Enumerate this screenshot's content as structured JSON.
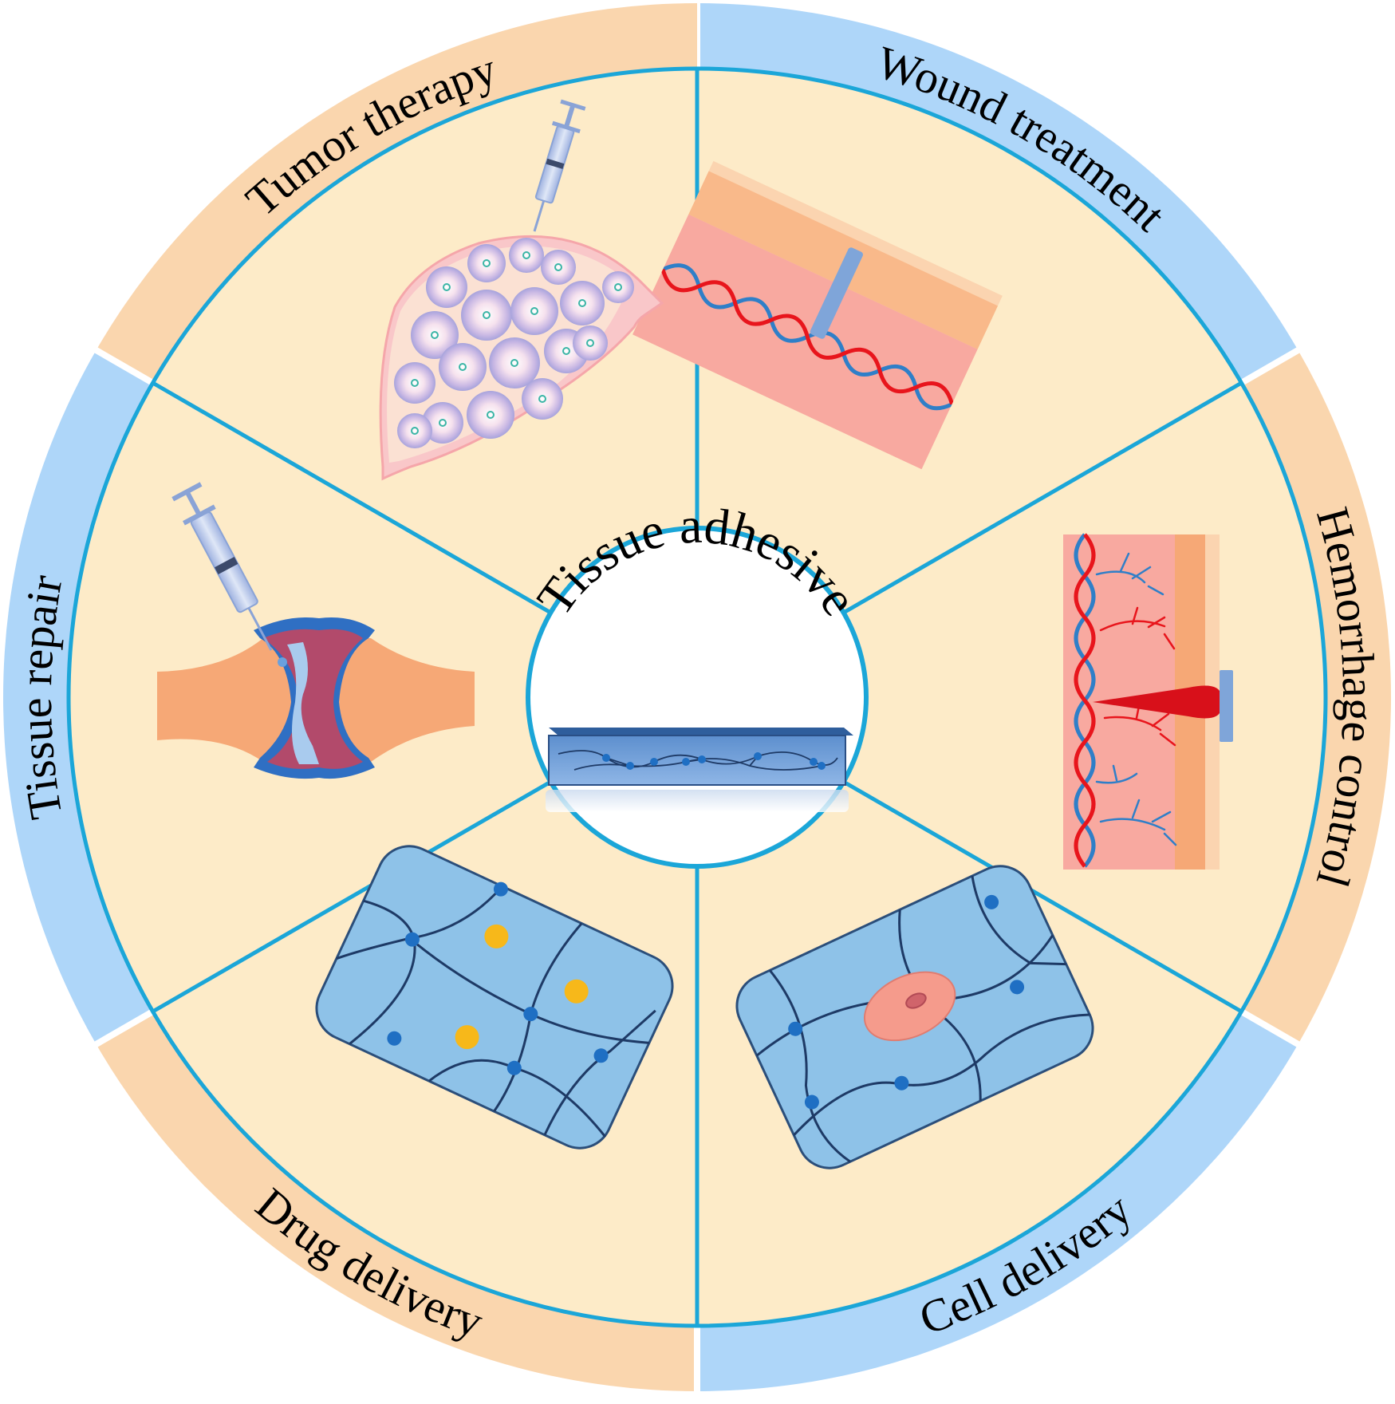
{
  "center": {
    "title": "Tissue adhesive"
  },
  "segments": [
    {
      "id": "wound-treatment",
      "label": "Wound treatment",
      "ring_color": "#aed6f9"
    },
    {
      "id": "hemorrhage-control",
      "label": "Hemorrhage control",
      "ring_color": "#fad6ae"
    },
    {
      "id": "cell-delivery",
      "label": "Cell delivery",
      "ring_color": "#aed6f9"
    },
    {
      "id": "drug-delivery",
      "label": "Drug delivery",
      "ring_color": "#fad6ae"
    },
    {
      "id": "tissue-repair",
      "label": "Tissue repair",
      "ring_color": "#aed6f9"
    },
    {
      "id": "tumor-therapy",
      "label": "Tumor therapy",
      "ring_color": "#fad6ae"
    }
  ],
  "colors": {
    "inner_fill": "#fdebc8",
    "divider": "#1ba6d8",
    "gel_blue": "#8ec2e8",
    "vessel_red": "#e8151c",
    "vessel_blue": "#2f7fc8",
    "drug_dot": "#f7b81a"
  }
}
